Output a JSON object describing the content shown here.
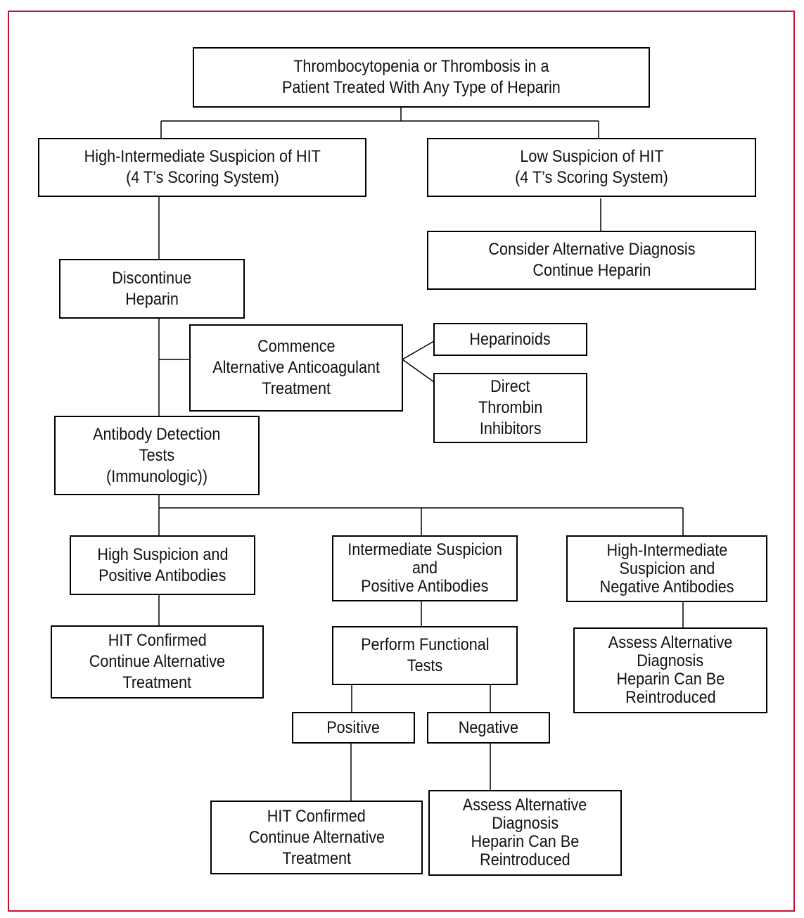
{
  "accent_color": "#c8102e",
  "nodes": {
    "root": [
      "Thrombocytopenia or Thrombosis in a",
      "Patient Treated With Any Type of Heparin"
    ],
    "high_intermediate": [
      "High-Intermediate Suspicion of HIT",
      "(4 T’s Scoring System)"
    ],
    "low_suspicion": [
      "Low Suspicion of HIT",
      "(4 T’s Scoring System)"
    ],
    "consider_alternative": [
      "Consider Alternative Diagnosis",
      "Continue Heparin"
    ],
    "discontinue": [
      "Discontinue",
      "Heparin"
    ],
    "commence": [
      "Commence",
      "Alternative Anticoagulant",
      "Treatment"
    ],
    "heparinoids": [
      "Heparinoids"
    ],
    "direct_thrombin": [
      "Direct",
      "Thrombin",
      "Inhibitors"
    ],
    "antibody_tests": [
      "Antibody Detection",
      "Tests",
      "(Immunologic))"
    ],
    "high_positive": [
      "High Suspicion and",
      "Positive Antibodies"
    ],
    "intermediate_positive": [
      "Intermediate Suspicion",
      "and",
      "Positive Antibodies"
    ],
    "high_intermediate_negative": [
      "High-Intermediate",
      "Suspicion and",
      "Negative Antibodies"
    ],
    "hit_confirmed_1": [
      "HIT Confirmed",
      "Continue Alternative",
      "Treatment"
    ],
    "functional_tests": [
      "Perform Functional",
      "Tests"
    ],
    "assess_alt_1": [
      "Assess Alternative",
      "Diagnosis",
      "Heparin Can Be",
      "Reintroduced"
    ],
    "positive": [
      "Positive"
    ],
    "negative": [
      "Negative"
    ],
    "hit_confirmed_2": [
      "HIT Confirmed",
      "Continue Alternative",
      "Treatment"
    ],
    "assess_alt_2": [
      "Assess Alternative",
      "Diagnosis",
      "Heparin Can Be",
      "Reintroduced"
    ]
  }
}
